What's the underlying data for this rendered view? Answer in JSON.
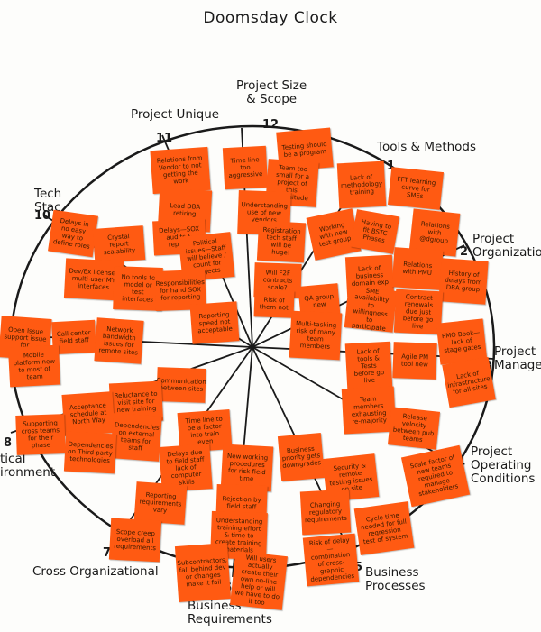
{
  "title": "Doomsday Clock",
  "segments": [
    {
      "num": "12",
      "label": "Project Size\n& Scope"
    },
    {
      "num": "1",
      "label": "Tools & Methods"
    },
    {
      "num": "2",
      "label": "Project\nOrganization"
    },
    {
      "num": "3",
      "label": "Project\nManagement"
    },
    {
      "num": "4",
      "label": "Project\nOperating\nConditions"
    },
    {
      "num": "5",
      "label": "Business\nProcesses"
    },
    {
      "num": "6",
      "label": "Business\nRequirements"
    },
    {
      "num": "7",
      "label": "Cross Organizational"
    },
    {
      "num": "8",
      "label": "tical\nironment"
    },
    {
      "num": "10",
      "label": "Tech\nStac"
    },
    {
      "num": "11",
      "label": "Project Unique"
    }
  ],
  "notes": [
    "Relations from Vendor to not getting the work",
    "Time line too aggressive",
    "Testing should be a program",
    "Team too small for a project of this magnitude",
    "Lack of methodology training",
    "FFT learning curve for SMEs",
    "Lead DBA retiring",
    "Delays—SOX audits & reports",
    "Understanding use of new vendors",
    "Working with new test group",
    "Having to fit BSTC Phases",
    "Relations with @dgroup",
    "Delays in no easy way to define roles",
    "Crystal report scalability",
    "Political issues—Staff will believe / count for projects",
    "Registration tech staff will be huge!",
    "Lack of business domain exp",
    "Relations with PMU",
    "History of delays from DBA group",
    "Dev/Ex license / multi-user MY interfaces",
    "No tools to model or test interfaces",
    "Responsibilities for hand SOX for reporting",
    "Will F2F contracts scale?",
    "SME availability to willingness to participate",
    "Contract renewals due just before go live",
    "QA group new",
    "Risk of them not",
    "Reporting speed not acceptable",
    "Open Issue support issue for",
    "Call center field staff",
    "Network bandwidth issues for remote sites",
    "Multi-tasking risk of many team members",
    "PMO Book—lack of stage gates",
    "Mobile platform new to most of team",
    "Lack of tools & Tests before go live",
    "Agile PM tool new",
    "Lack of infrastructure for all sites",
    "Communication between sites",
    "Reluctance to visit site for new training",
    "Acceptance schedule at North Way",
    "Dependencies on external teams for staff",
    "Team members exhausting re-majority",
    "Release velocity between pub teams",
    "Supporting cross teams for their phase",
    "Dependencies on Third party technologies",
    "Time line to be a factor into train even",
    "Business priority gets downgrades",
    "Security & remote testing issues on site",
    "Delays due to field staff lack of computer skills",
    "New working procedures for risk field time",
    "Scale factor of new teams required to manage stakeholders",
    "Reporting requirements vary",
    "Rejection by field staff",
    "Changing regulatory requirements",
    "Cycle time needed for full regression test of system",
    "Scope creep overload all requirements",
    "Understanding training effort & time to create training materials",
    "Risk of delay—combination of cross-graphic dependencies",
    "Subcontractors, fall behind dev or changes make it fail",
    "Will users actually create their own on-line help or will we have to do it too"
  ]
}
